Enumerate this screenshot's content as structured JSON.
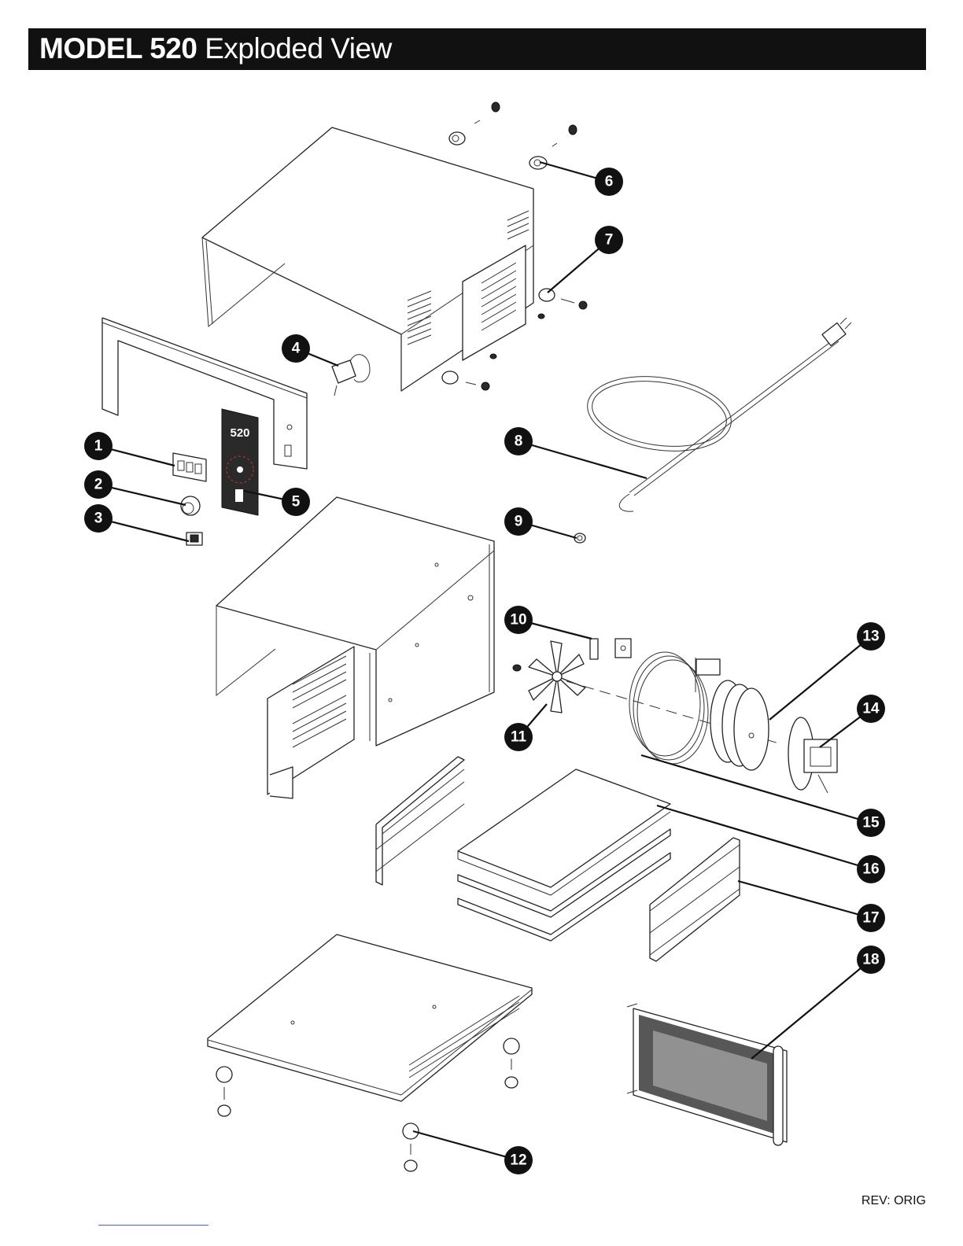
{
  "header": {
    "model": "MODEL 520",
    "title": "Exploded View"
  },
  "panel_logo_text": "520",
  "callouts": [
    "1",
    "2",
    "3",
    "4",
    "5",
    "6",
    "7",
    "8",
    "9",
    "10",
    "11",
    "12",
    "13",
    "14",
    "15",
    "16",
    "17",
    "18"
  ],
  "footer": {
    "revision": "REV: ORIG"
  }
}
